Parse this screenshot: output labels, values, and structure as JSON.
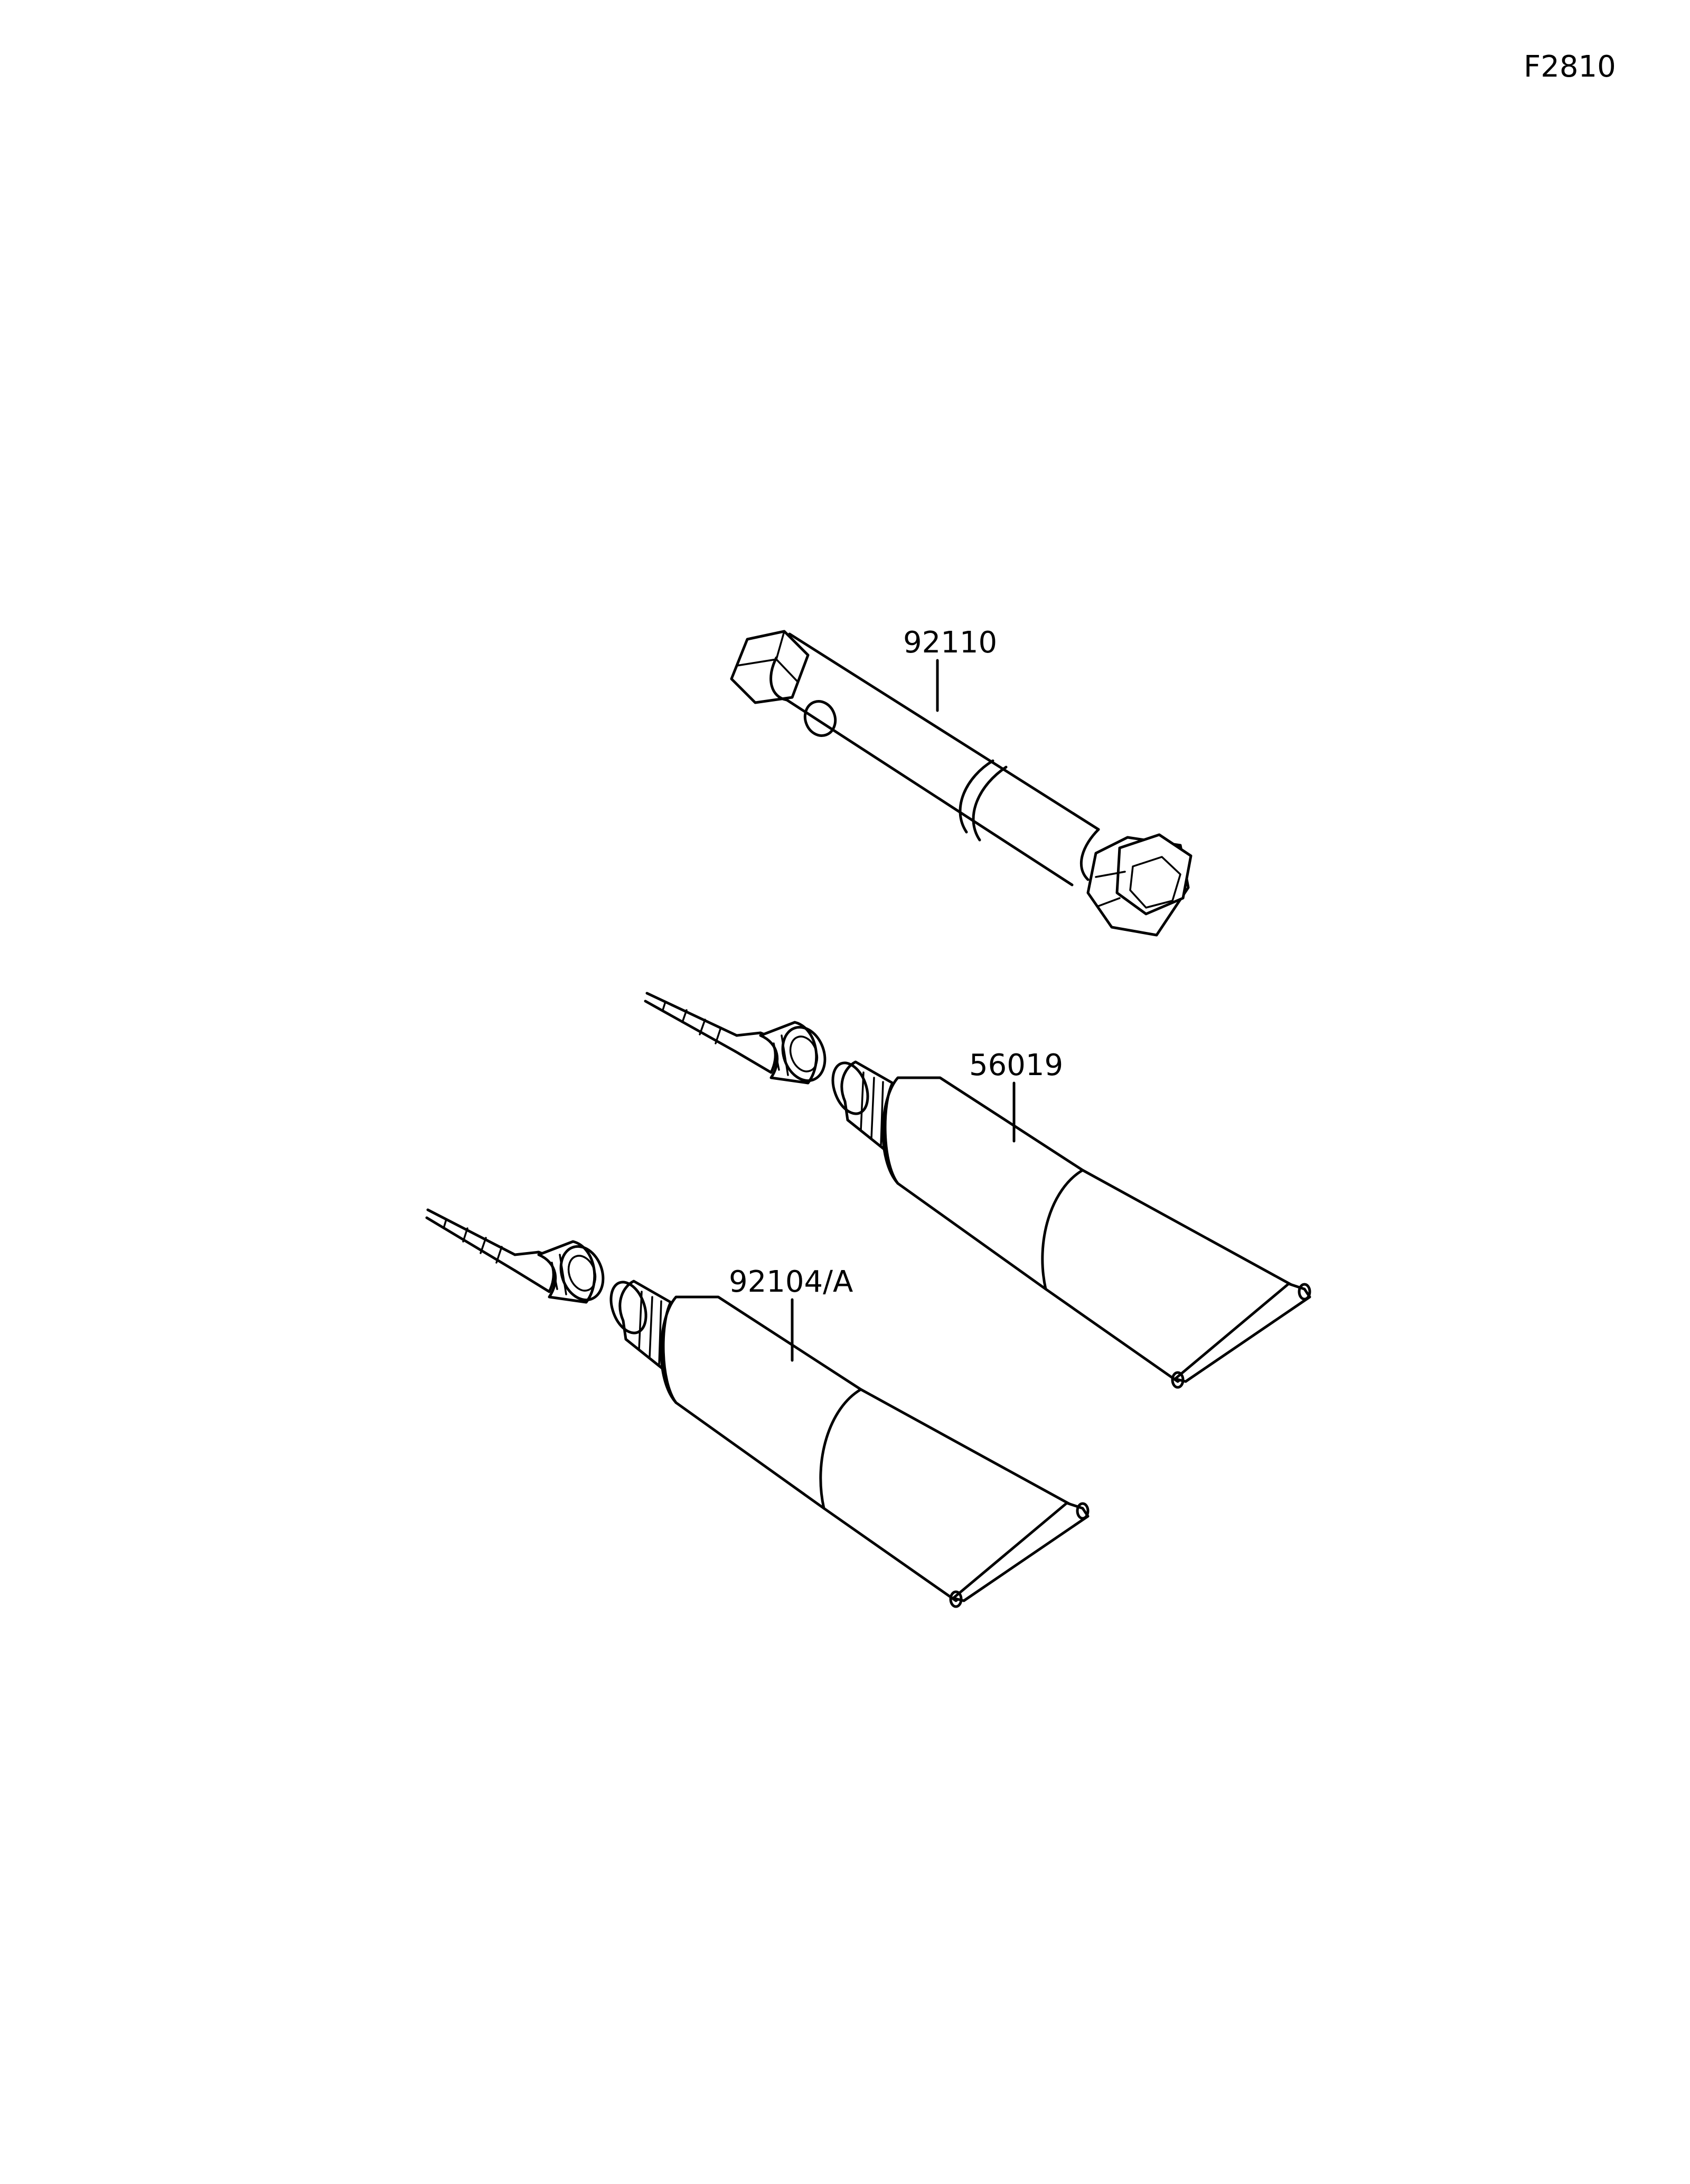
{
  "figure_code": "F2810",
  "parts": [
    {
      "id": "box-wrench",
      "part_number": "92110"
    },
    {
      "id": "tube-upper",
      "part_number": "56019"
    },
    {
      "id": "tube-lower",
      "part_number": "92104/A"
    }
  ],
  "colors": {
    "ink": "#000000",
    "background": "#ffffff"
  }
}
